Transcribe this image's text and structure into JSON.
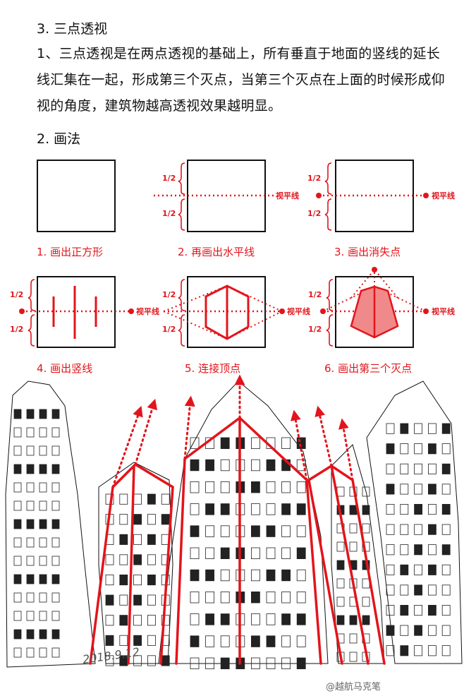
{
  "section_title": "3. 三点透视",
  "paragraph": "1、三点透视是在两点透视的基础上，所有垂直于地面的竖线的延长线汇集在一起，形成第三个灭点，当第三个灭点在上面的时候形成仰视的角度，建筑物越高透视效果越明显。",
  "subsection_title": "2. 画法",
  "half_label": "1/2",
  "horizon_label": "视平线",
  "steps": [
    "1. 画出正方形",
    "2. 再画出水平线",
    "3.  画出消失点",
    "4. 画出竖线",
    "5. 连接顶点",
    "6. 画出第三个灭点"
  ],
  "sketch_signature": "2018.9.12",
  "watermark": "@越航马克笔",
  "colors": {
    "accent": "#e3141b",
    "ink": "#111111",
    "fill": "#f08a8a"
  }
}
